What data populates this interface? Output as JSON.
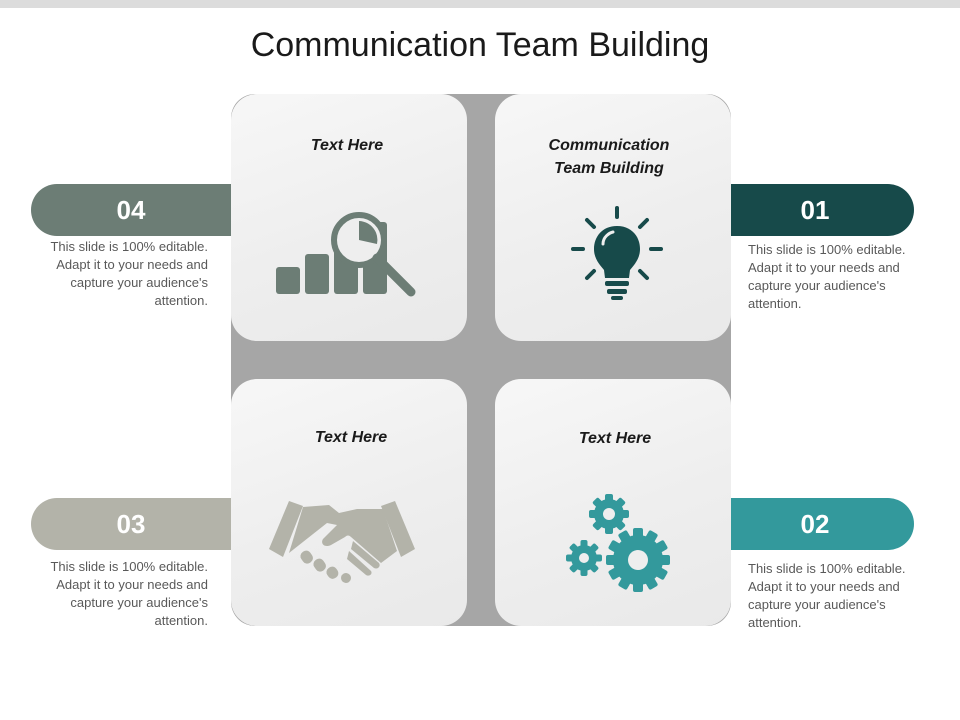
{
  "title": "Communication Team Building",
  "colors": {
    "step_01": "#174a4a",
    "step_02": "#33999c",
    "step_03": "#b3b3a9",
    "step_04": "#6c7d75",
    "icon_gray": "#6c7d75",
    "icon_dark": "#174a4a",
    "icon_teal": "#33999c"
  },
  "steps": [
    {
      "number": "01",
      "description": "This slide is 100% editable. Adapt it to your needs and capture your audience's attention."
    },
    {
      "number": "02",
      "description": "This slide is 100% editable. Adapt it to your needs and capture your audience's attention."
    },
    {
      "number": "03",
      "description": "This slide is 100% editable. Adapt it to your needs and capture your audience's attention."
    },
    {
      "number": "04",
      "description": "This slide is 100% editable. Adapt it to your needs and capture your audience's attention."
    }
  ],
  "tiles": {
    "top_left": {
      "label": "Text Here",
      "icon": "bar-chart-magnifier-icon"
    },
    "top_right": {
      "label_line1": "Communication",
      "label_line2": "Team Building",
      "icon": "lightbulb-icon"
    },
    "bottom_left": {
      "label": "Text Here",
      "icon": "handshake-icon"
    },
    "bottom_right": {
      "label": "Text Here",
      "icon": "gears-icon"
    }
  }
}
